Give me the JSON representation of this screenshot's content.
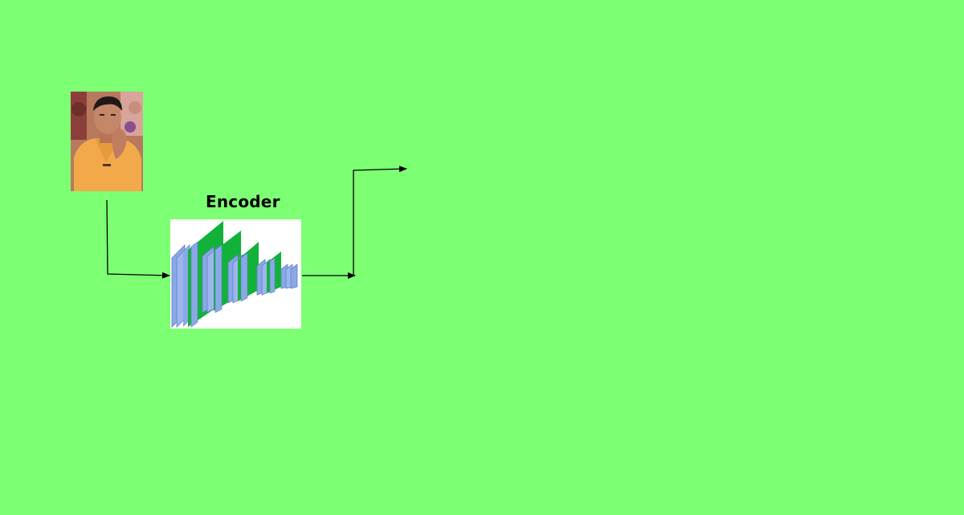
{
  "diagram": {
    "encoder_label": "Encoder",
    "colors": {
      "background": "#7dff73",
      "layer_blue": "#8aa8e6",
      "layer_green": "#12b23a",
      "arrow": "#000000"
    },
    "nodes": [
      {
        "id": "input-photo",
        "kind": "image",
        "icon": "person-photo"
      },
      {
        "id": "encoder",
        "kind": "cnn-block",
        "label": "Encoder"
      }
    ]
  }
}
